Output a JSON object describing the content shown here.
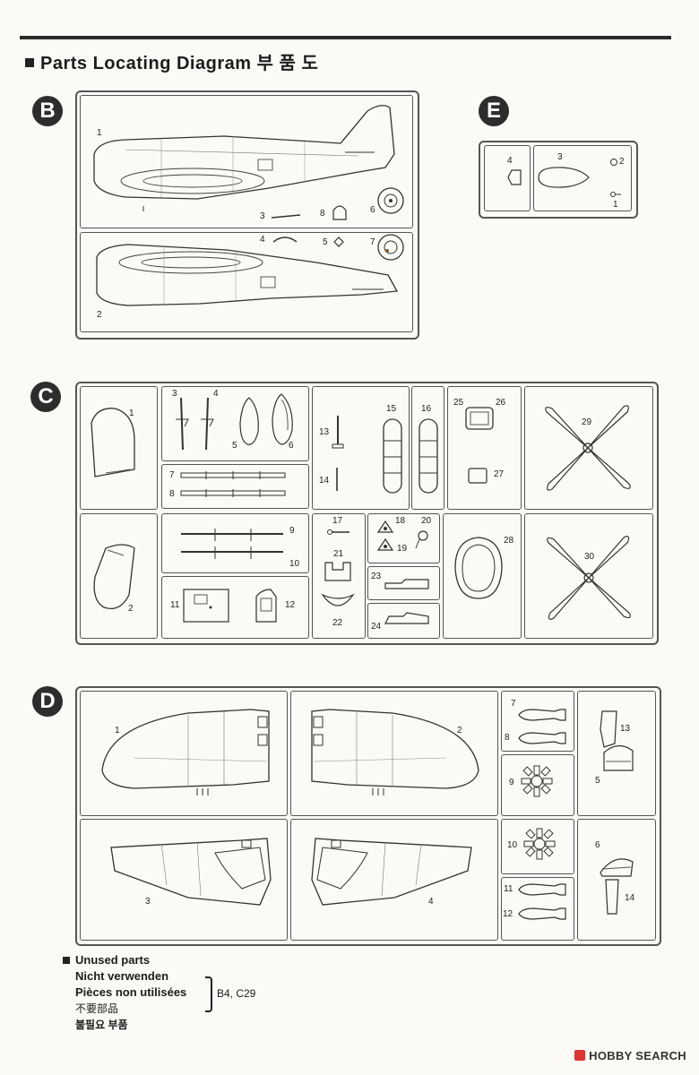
{
  "header": {
    "title": "Parts Locating Diagram 부 품 도"
  },
  "sprues": {
    "B": {
      "label": "B",
      "parts": [
        "1",
        "2",
        "3",
        "4",
        "5",
        "6",
        "7",
        "8"
      ]
    },
    "E": {
      "label": "E",
      "parts": [
        "1",
        "2",
        "3",
        "4"
      ]
    },
    "C": {
      "label": "C",
      "parts": [
        "1",
        "2",
        "3",
        "4",
        "5",
        "6",
        "7",
        "8",
        "9",
        "10",
        "11",
        "12",
        "13",
        "14",
        "15",
        "16",
        "17",
        "18",
        "19",
        "20",
        "21",
        "22",
        "23",
        "24",
        "25",
        "26",
        "27",
        "28",
        "29",
        "30"
      ]
    },
    "D": {
      "label": "D",
      "parts": [
        "1",
        "2",
        "3",
        "4",
        "5",
        "6",
        "7",
        "8",
        "9",
        "10",
        "11",
        "12",
        "13",
        "14"
      ]
    }
  },
  "unused": {
    "heading": "Unused parts",
    "german": "Nicht verwenden",
    "french": "Pièces non utilisées",
    "japanese": "不要部品",
    "korean": "불필요 부품",
    "parts": "B4, C29"
  },
  "watermark": "HOBBY SEARCH"
}
